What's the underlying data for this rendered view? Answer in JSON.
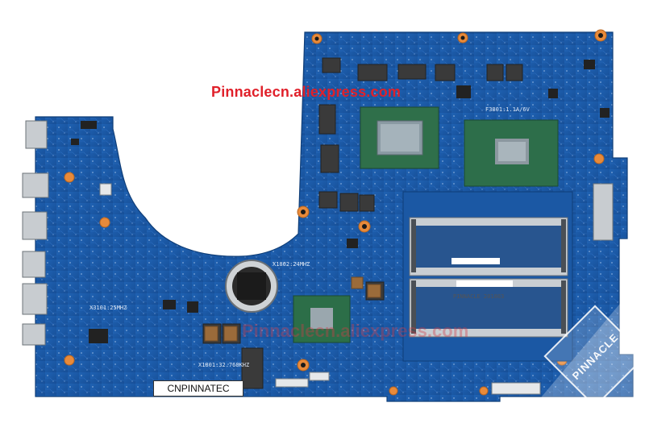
{
  "watermarks": {
    "store_url": "Pinnaclecn.aliexpress.com",
    "store_mid": "Pinnaclecn.aliexpress.com",
    "corner_logo": "PINNACLE"
  },
  "label_tag": "CNPINNATEC",
  "silkscreen": {
    "crystal_1": "X3101:25MHZ",
    "crystal_2": "X1801:32.768KHZ",
    "crystal_3": "X1802:24MHZ",
    "fuse": "F3801:1.1A/6V",
    "sticker": "PINNACLE 201803"
  },
  "colors": {
    "pcb": "#1c5aa8",
    "pcb_dark": "#164a8c",
    "watermark_red": "#e0202a",
    "gold": "#d9a23c",
    "orange_pad": "#e88a3a"
  }
}
